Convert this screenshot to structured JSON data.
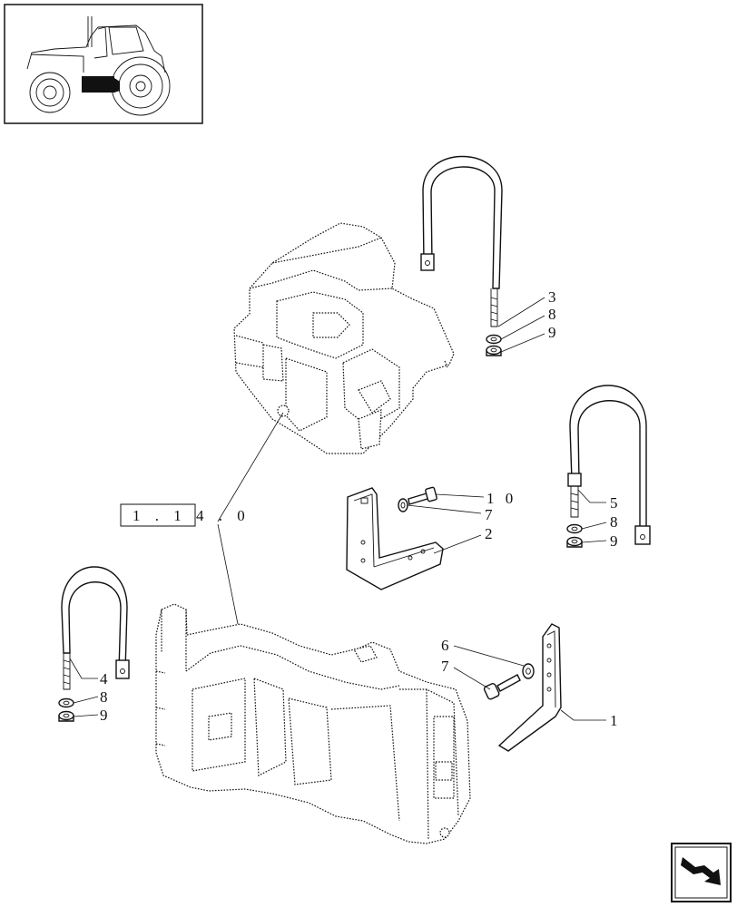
{
  "reference_box": {
    "label": "1 . 1 4 . 0"
  },
  "callouts": {
    "c3": "3",
    "c8a": "8",
    "c9a": "9",
    "c10": "1 0",
    "c7a": "7",
    "c2": "2",
    "c5": "5",
    "c8b": "8",
    "c9b": "9",
    "c4": "4",
    "c8c": "8",
    "c9c": "9",
    "c6": "6",
    "c7b": "7",
    "c1": "1"
  },
  "icons": {
    "thumbnail": "tractor-thumbnail-icon",
    "nav": "navigation-arrow-icon"
  },
  "colors": {
    "ink": "#111111",
    "background": "#ffffff",
    "highlight": "#000000"
  }
}
